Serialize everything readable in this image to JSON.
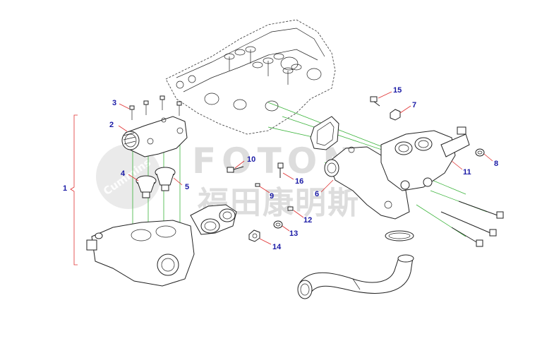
{
  "watermark": {
    "brand_text": "Cummins",
    "latin_text": "FOTON",
    "chinese_text": "福田康明斯"
  },
  "callouts": [
    {
      "id": "c1",
      "label": "1"
    },
    {
      "id": "c2",
      "label": "2"
    },
    {
      "id": "c3",
      "label": "3"
    },
    {
      "id": "c4",
      "label": "4"
    },
    {
      "id": "c5",
      "label": "5"
    },
    {
      "id": "c6",
      "label": "6"
    },
    {
      "id": "c7",
      "label": "7"
    },
    {
      "id": "c8",
      "label": "8"
    },
    {
      "id": "c9",
      "label": "9"
    },
    {
      "id": "c10",
      "label": "10"
    },
    {
      "id": "c11",
      "label": "11"
    },
    {
      "id": "c12",
      "label": "12"
    },
    {
      "id": "c13",
      "label": "13"
    },
    {
      "id": "c14",
      "label": "14"
    },
    {
      "id": "c15",
      "label": "15"
    },
    {
      "id": "c16",
      "label": "16"
    }
  ],
  "colors": {
    "callout_text": "#1a1aa6",
    "leader_line": "#e03030",
    "assembly_guide": "#3cb43c",
    "linework": "#222222"
  }
}
